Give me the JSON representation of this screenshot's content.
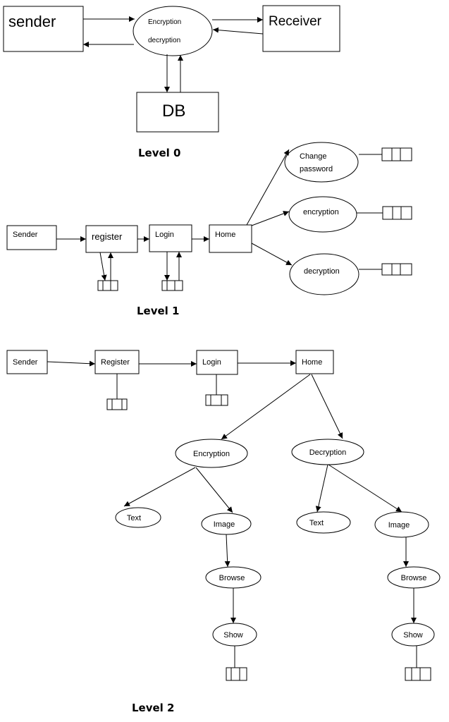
{
  "level0": {
    "title": "Level 0",
    "sender": "sender",
    "process_line1": "Encryption",
    "process_line2": "decryption",
    "receiver": "Receiver",
    "db": "DB"
  },
  "level1": {
    "title": "Level 1",
    "sender": "Sender",
    "register": "register",
    "login": "Login",
    "home": "Home",
    "change_password_line1": "Change",
    "change_password_line2": "password",
    "encryption": "encryption",
    "decryption": "decryption"
  },
  "level2": {
    "title": "Level 2",
    "sender": "Sender",
    "register": "Register",
    "login": "Login",
    "home": "Home",
    "encryption": "Encryption",
    "decryption": "Decryption",
    "enc_text": "Text",
    "enc_image": "Image",
    "enc_browse": "Browse",
    "enc_show": "Show",
    "dec_text": "Text",
    "dec_image": "Image",
    "dec_browse": "Browse",
    "dec_show": "Show"
  }
}
